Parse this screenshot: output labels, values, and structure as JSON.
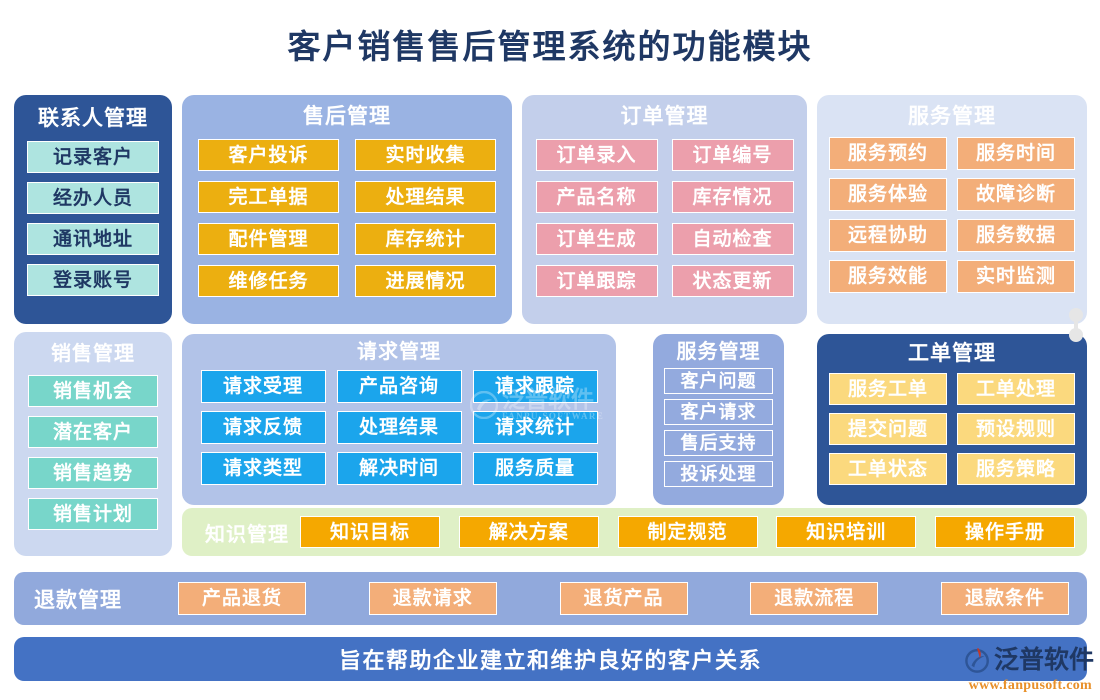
{
  "title": "客户销售售后管理系统的功能模块",
  "panels": [
    {
      "id": "contact",
      "title": "联系人管理",
      "bg": "#2e5597",
      "chip_bg": "#aee4e0",
      "items": [
        "记录客户",
        "经办人员",
        "通讯地址",
        "登录账号"
      ]
    },
    {
      "id": "aftersales",
      "title": "售后管理",
      "bg": "#9ab3e3",
      "chip_bg": "#ecaf10",
      "items": [
        "客户投诉",
        "实时收集",
        "完工单据",
        "处理结果",
        "配件管理",
        "库存统计",
        "维修任务",
        "进展情况"
      ]
    },
    {
      "id": "order",
      "title": "订单管理",
      "bg": "#c3cfeb",
      "chip_bg": "#ec9fac",
      "items": [
        "订单录入",
        "订单编号",
        "产品名称",
        "库存情况",
        "订单生成",
        "自动检查",
        "订单跟踪",
        "状态更新"
      ]
    },
    {
      "id": "service-top",
      "title": "服务管理",
      "bg": "#dae3f4",
      "chip_bg": "#f3ae79",
      "items": [
        "服务预约",
        "服务时间",
        "服务体验",
        "故障诊断",
        "远程协助",
        "服务数据",
        "服务效能",
        "实时监测"
      ]
    },
    {
      "id": "sales",
      "title": "销售管理",
      "bg": "#ccd8f0",
      "chip_bg": "#78d6ca",
      "items": [
        "销售机会",
        "潜在客户",
        "销售趋势",
        "销售计划"
      ]
    },
    {
      "id": "request",
      "title": "请求管理",
      "bg": "#b2c3e8",
      "chip_bg": "#1ba5ec",
      "items": [
        "请求受理",
        "产品咨询",
        "请求跟踪",
        "请求反馈",
        "处理结果",
        "请求统计",
        "请求类型",
        "解决时间",
        "服务质量"
      ]
    },
    {
      "id": "service-bottom",
      "title": "服务管理",
      "bg": "#93aade",
      "chip_bg": "transparent",
      "items": [
        "客户问题",
        "客户请求",
        "售后支持",
        "投诉处理"
      ]
    },
    {
      "id": "workorder",
      "title": "工单管理",
      "bg": "#2e5597",
      "chip_bg": "#fbd97e",
      "items": [
        "服务工单",
        "工单处理",
        "提交问题",
        "预设规则",
        "工单状态",
        "服务策略"
      ]
    }
  ],
  "knowledge_bar": {
    "label": "知识管理",
    "bg": "#dff0c6",
    "chip_bg": "#f5a800",
    "items": [
      "知识目标",
      "解决方案",
      "制定规范",
      "知识培训",
      "操作手册"
    ]
  },
  "refund_bar": {
    "label": "退款管理",
    "bg": "#91a9dc",
    "chip_bg": "#f3ae79",
    "items": [
      "产品退货",
      "退款请求",
      "退货产品",
      "退款流程",
      "退款条件"
    ]
  },
  "footer": {
    "text": "旨在帮助企业建立和维护良好的客户关系",
    "bg": "#4472c4"
  },
  "brand": {
    "name": "泛普软件",
    "url": "www.fanpusoft.com",
    "name_color": "#1f3864",
    "url_color": "#e8902a"
  },
  "watermark": {
    "name": "泛普软件",
    "sub": "FANPU SOFTWARE"
  }
}
